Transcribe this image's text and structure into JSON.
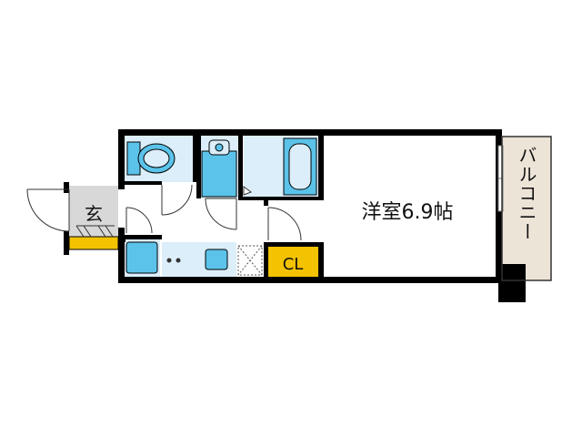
{
  "rooms": {
    "entrance": "玄",
    "western_room": "洋室6.9帖",
    "closet": "CL",
    "balcony": "バルコニー"
  },
  "colors": {
    "wall": "#000000",
    "wet_area": "#dbeefa",
    "fixture": "#5bc3ea",
    "storage": "#f3c200",
    "entrance_floor": "#d8d8d8",
    "balcony_floor": "#ede4d8"
  }
}
